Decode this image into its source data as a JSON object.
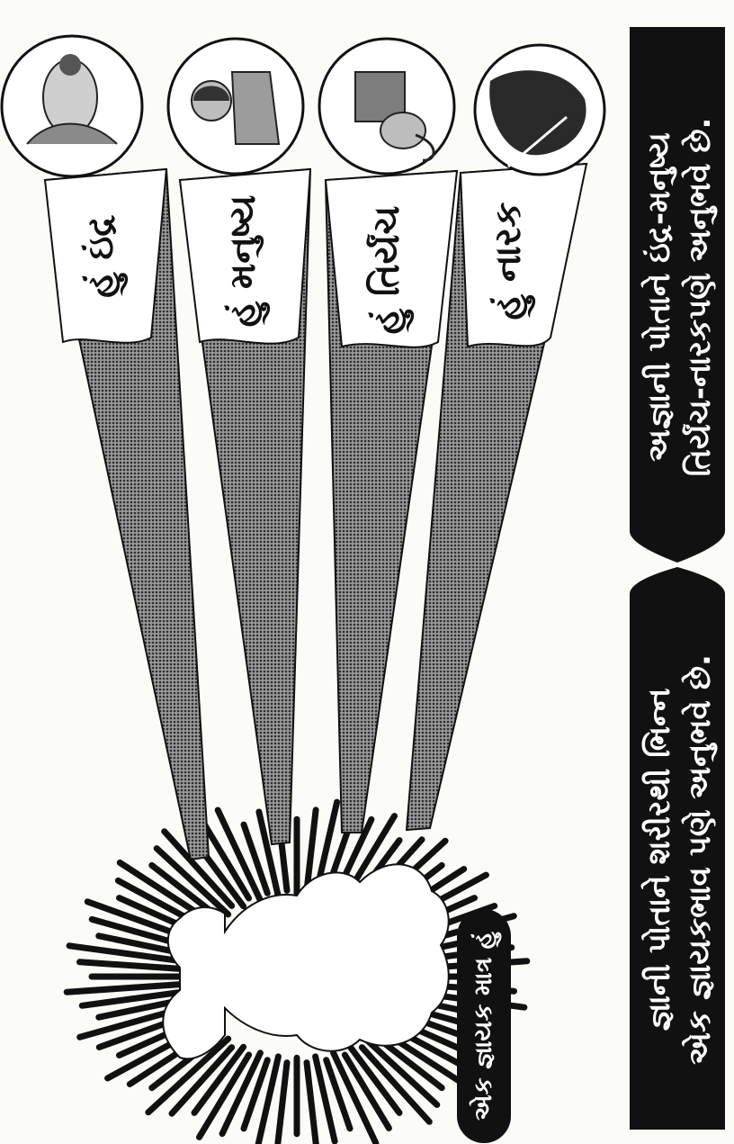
{
  "diagram": {
    "beams": [
      {
        "id": "indra",
        "label": "હું ઇંદ્ર",
        "portrait_icon": "deity-portrait"
      },
      {
        "id": "human",
        "label": "હું મનુષ્ય",
        "portrait_icon": "man-portrait"
      },
      {
        "id": "animal",
        "label": "હું તિર્યંચ",
        "portrait_icon": "elephant-portrait"
      },
      {
        "id": "hell",
        "label": "હું નારક",
        "portrait_icon": "hell-being-portrait"
      }
    ],
    "self_oval": {
      "label": "એક જ્ઞાયક માત્ર હું"
    },
    "captions": {
      "gnani": {
        "line1": "જ્ઞાની પોતાને શરીરથી ભિન્ન",
        "line2": "એક જ્ઞાયકભાવ પણે અનુભવે છે."
      },
      "agnani": {
        "line1": "અજ્ઞાની પોતાને ઇંદ્ર-મનુષ્ય",
        "line2": "તિર્યંચ-નારકપણે અનુભવે છે."
      }
    },
    "colors": {
      "ink": "#111111",
      "paper": "#fbfbf8",
      "beam_fill": "#5e5e5e"
    }
  }
}
